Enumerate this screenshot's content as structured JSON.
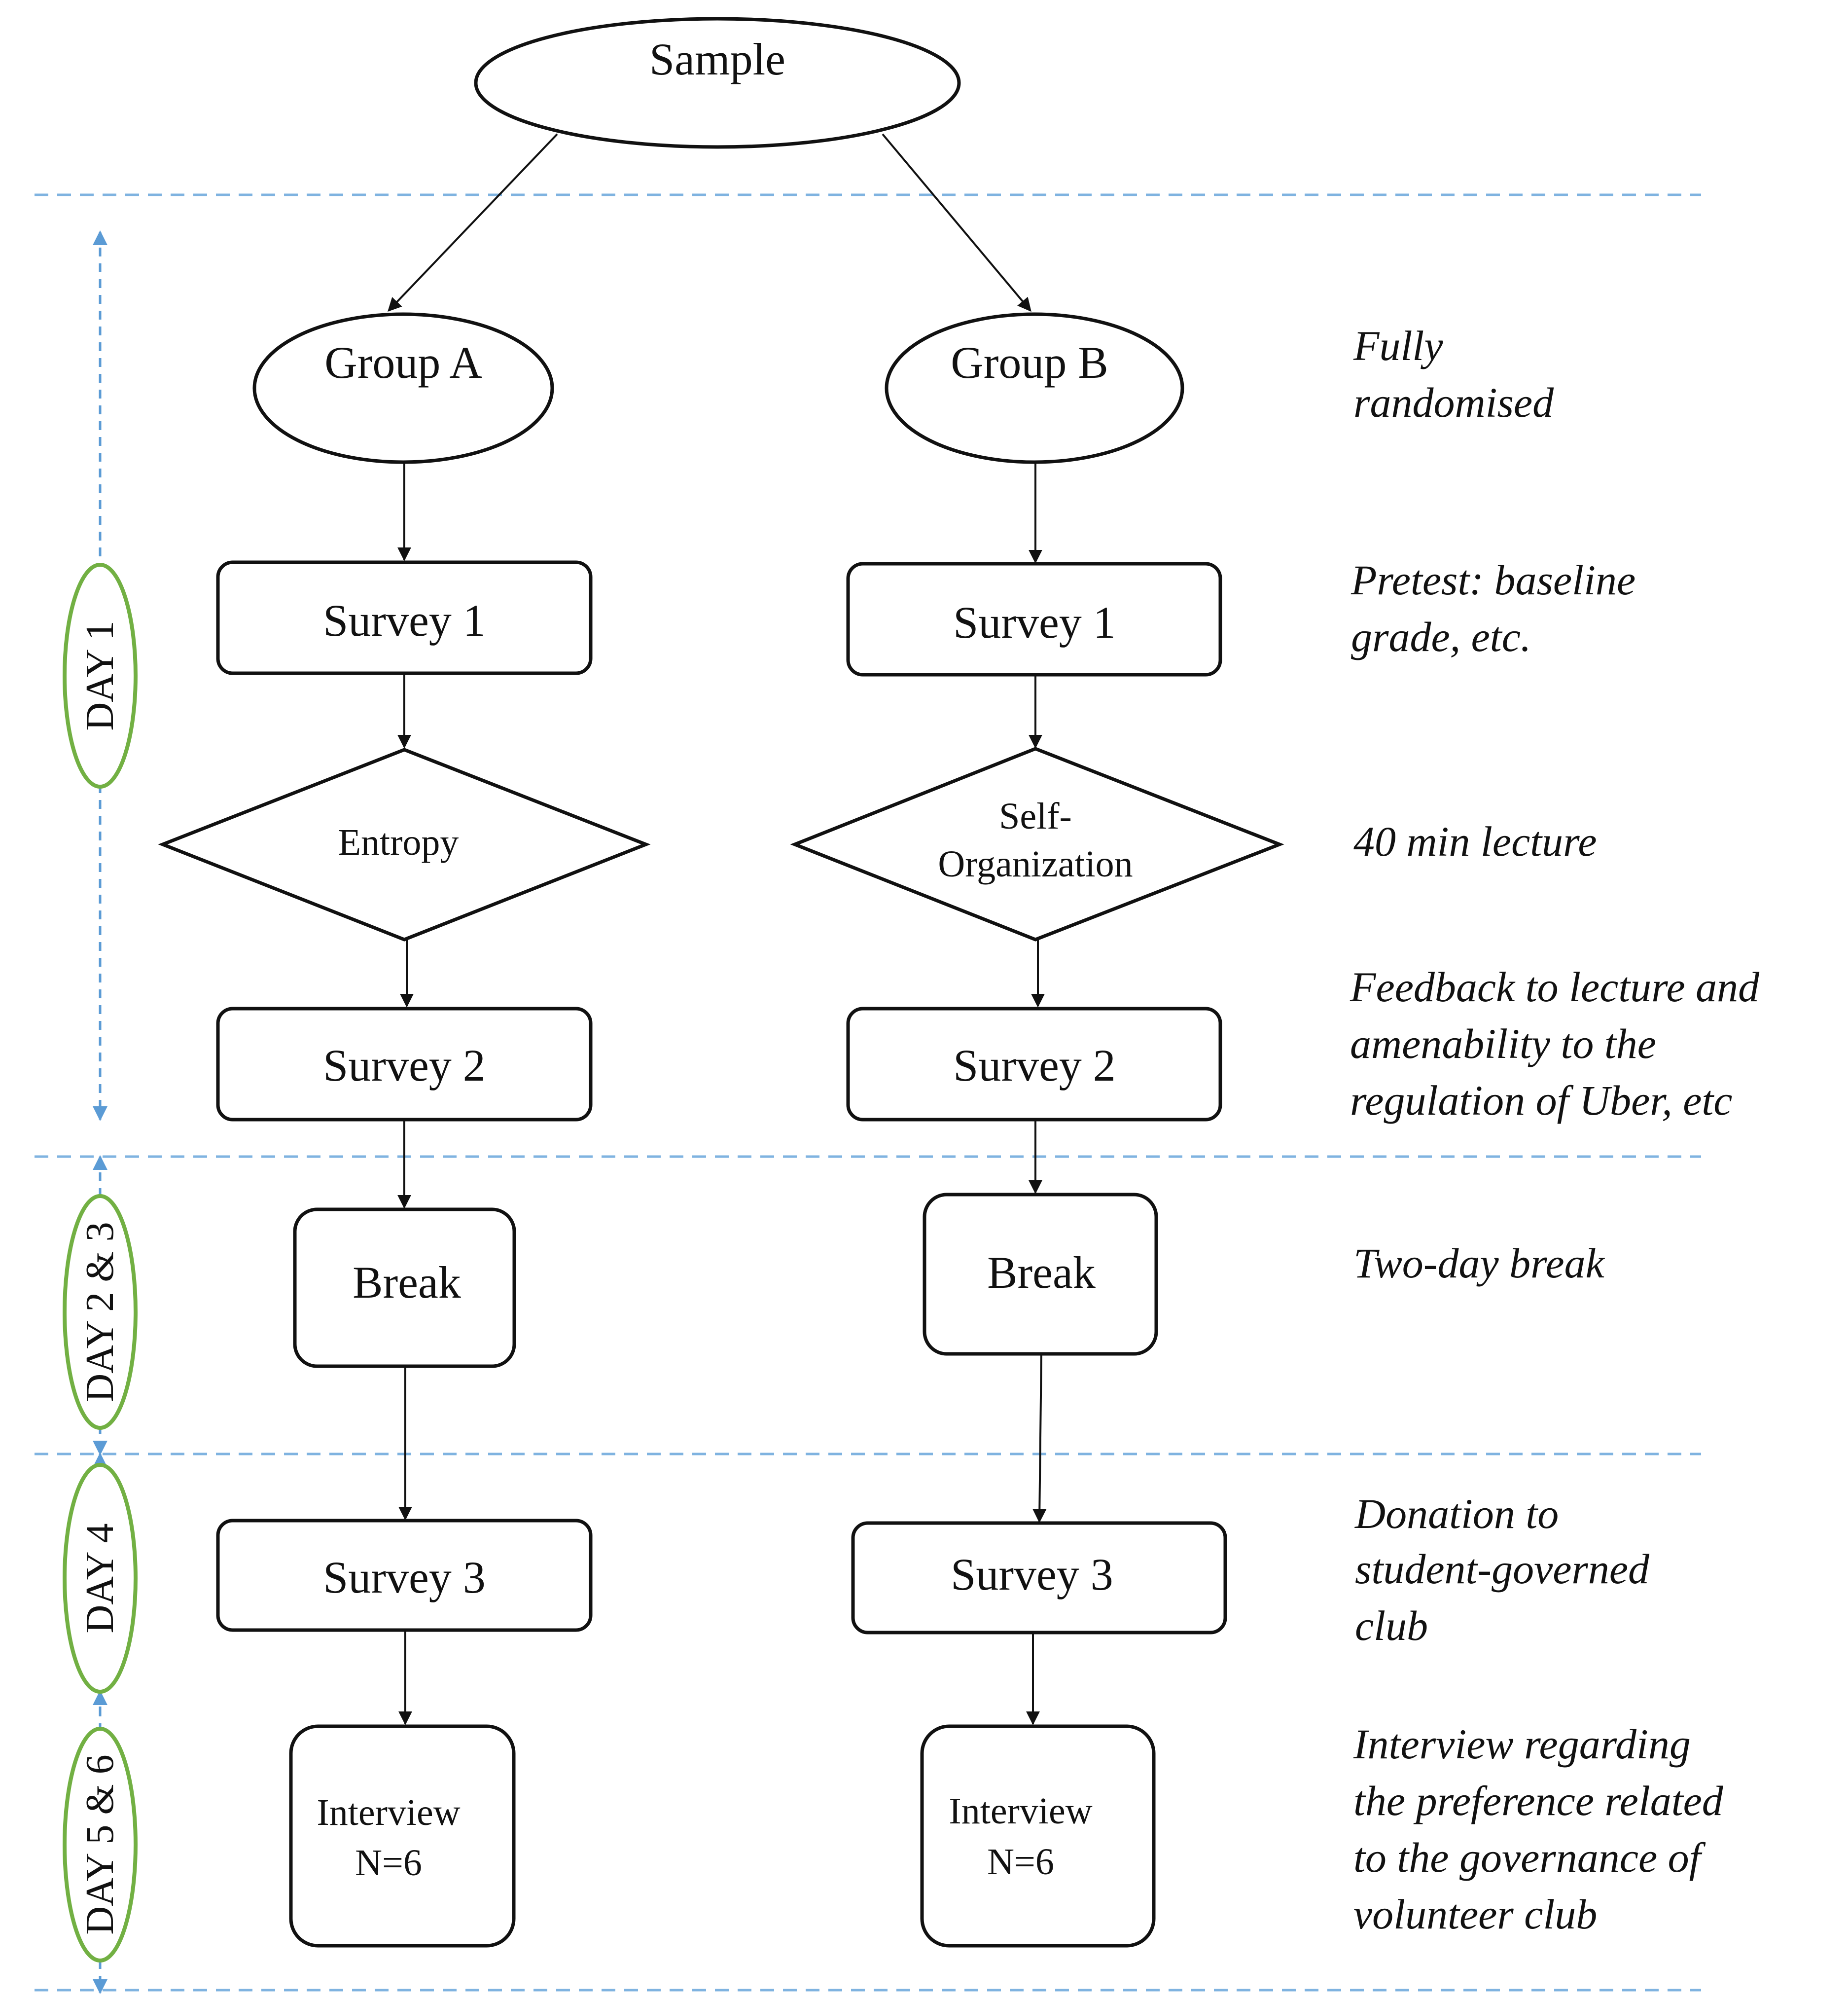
{
  "colors": {
    "stroke": "#111111",
    "divider": "#7fb3e0",
    "day_ellipse": "#72b043",
    "day_arrow": "#5b9bd5"
  },
  "top": {
    "label": "Sample"
  },
  "group_a": {
    "group": "Group A",
    "survey1": "Survey 1",
    "lecture": [
      "Entropy"
    ],
    "survey2": "Survey 2",
    "break": "Break",
    "survey3": "Survey 3",
    "interview": [
      "Interview",
      "N=6"
    ]
  },
  "group_b": {
    "group": "Group B",
    "survey1": "Survey 1",
    "lecture": [
      "Self-",
      "Organization"
    ],
    "survey2": "Survey 2",
    "break": "Break",
    "survey3": "Survey 3",
    "interview": [
      "Interview",
      "N=6"
    ]
  },
  "notes": {
    "randomised": [
      "Fully",
      "randomised"
    ],
    "pretest": [
      "Pretest: baseline",
      "grade, etc."
    ],
    "lecture": [
      "40 min lecture"
    ],
    "feedback": [
      "Feedback to lecture and",
      "amenability to the",
      "regulation of Uber, etc"
    ],
    "break": [
      "Two-day break"
    ],
    "donation": [
      "Donation to",
      "student-governed",
      "club"
    ],
    "interview": [
      "Interview regarding",
      "the preference related",
      "to the governance of",
      "volunteer club"
    ]
  },
  "days": {
    "day1": "DAY 1",
    "day23": "DAY 2 & 3",
    "day4": "DAY 4",
    "day56": "DAY 5 & 6"
  }
}
